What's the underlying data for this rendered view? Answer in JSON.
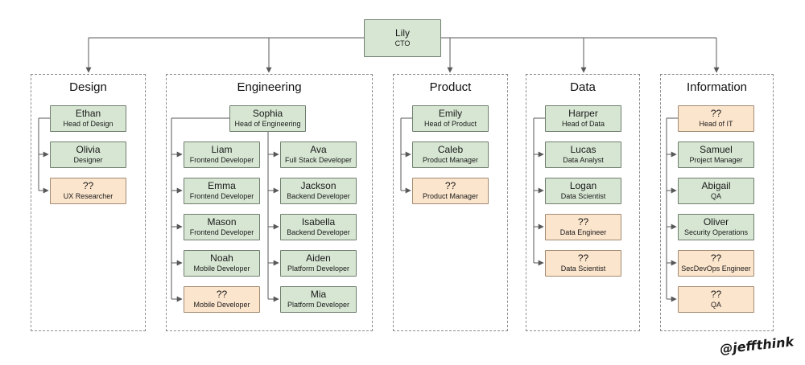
{
  "root": {
    "name": "Lily",
    "role": "CTO",
    "status": "filled"
  },
  "signature": "@jeffthink",
  "colors": {
    "filled_fill": "#d7e6d3",
    "filled_border": "#6f7e6e",
    "vacant_fill": "#fce5cd",
    "vacant_border": "#a38b72",
    "connector": "#595959",
    "container_border": "#8c8c8c"
  },
  "departments": [
    {
      "title": "Design",
      "members": [
        {
          "name": "Ethan",
          "role": "Head of Design",
          "status": "filled"
        },
        {
          "name": "Olivia",
          "role": "Designer",
          "status": "filled"
        },
        {
          "name": "??",
          "role": "UX Researcher",
          "status": "vacant"
        }
      ]
    },
    {
      "title": "Engineering",
      "head": {
        "name": "Sophia",
        "role": "Head of Engineering",
        "status": "filled"
      },
      "left": [
        {
          "name": "Liam",
          "role": "Frontend Developer",
          "status": "filled"
        },
        {
          "name": "Emma",
          "role": "Frontend Developer",
          "status": "filled"
        },
        {
          "name": "Mason",
          "role": "Frontend Developer",
          "status": "filled"
        },
        {
          "name": "Noah",
          "role": "Mobile Developer",
          "status": "filled"
        },
        {
          "name": "??",
          "role": "Mobile Developer",
          "status": "vacant"
        }
      ],
      "right": [
        {
          "name": "Ava",
          "role": "Full Stack Developer",
          "status": "filled"
        },
        {
          "name": "Jackson",
          "role": "Backend Developer",
          "status": "filled"
        },
        {
          "name": "Isabella",
          "role": "Backend Developer",
          "status": "filled"
        },
        {
          "name": "Aiden",
          "role": "Platform Developer",
          "status": "filled"
        },
        {
          "name": "Mia",
          "role": "Platform Developer",
          "status": "filled"
        }
      ]
    },
    {
      "title": "Product",
      "members": [
        {
          "name": "Emily",
          "role": "Head of Product",
          "status": "filled"
        },
        {
          "name": "Caleb",
          "role": "Product Manager",
          "status": "filled"
        },
        {
          "name": "??",
          "role": "Product Manager",
          "status": "vacant"
        }
      ]
    },
    {
      "title": "Data",
      "members": [
        {
          "name": "Harper",
          "role": "Head of Data",
          "status": "filled"
        },
        {
          "name": "Lucas",
          "role": "Data Analyst",
          "status": "filled"
        },
        {
          "name": "Logan",
          "role": "Data Scientist",
          "status": "filled"
        },
        {
          "name": "??",
          "role": "Data Engineer",
          "status": "vacant"
        },
        {
          "name": "??",
          "role": "Data Scientist",
          "status": "vacant"
        }
      ]
    },
    {
      "title": "Information",
      "members": [
        {
          "name": "??",
          "role": "Head of IT",
          "status": "vacant"
        },
        {
          "name": "Samuel",
          "role": "Project Manager",
          "status": "filled"
        },
        {
          "name": "Abigail",
          "role": "QA",
          "status": "filled"
        },
        {
          "name": "Oliver",
          "role": "Security Operations",
          "status": "filled"
        },
        {
          "name": "??",
          "role": "SecDevOps Engineer",
          "status": "vacant"
        },
        {
          "name": "??",
          "role": "QA",
          "status": "vacant"
        }
      ]
    }
  ]
}
